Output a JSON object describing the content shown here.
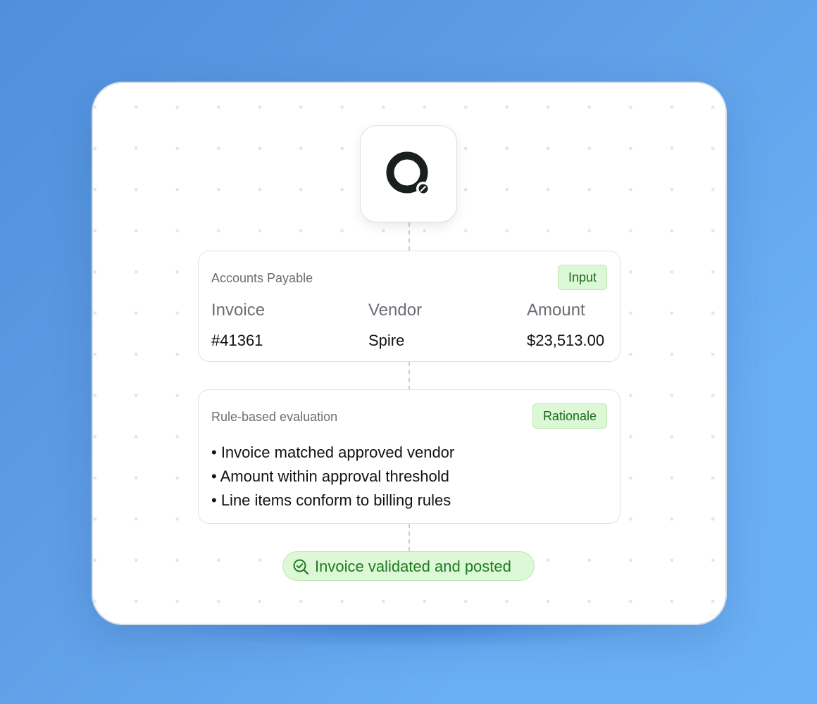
{
  "colors": {
    "background": "#5e9ee6",
    "card": "#ffffff",
    "badge_bg": "#dcf8d6",
    "badge_text": "#1c6b1c",
    "status_text": "#1f7a1f",
    "logo": "#1a1f1e"
  },
  "logo": {
    "icon": "app-logo-icon"
  },
  "input_panel": {
    "title": "Accounts Payable",
    "badge": "Input",
    "columns": [
      {
        "header": "Invoice",
        "value": "#41361"
      },
      {
        "header": "Vendor",
        "value": "Spire"
      },
      {
        "header": "Amount",
        "value": "$23,513.00"
      }
    ]
  },
  "rationale_panel": {
    "title": "Rule-based evaluation",
    "badge": "Rationale",
    "items": [
      "• Invoice matched approved vendor",
      "• Amount within approval threshold",
      "• Line items conform to billing rules"
    ]
  },
  "status": {
    "icon": "search-check-icon",
    "label": "Invoice validated and posted"
  }
}
